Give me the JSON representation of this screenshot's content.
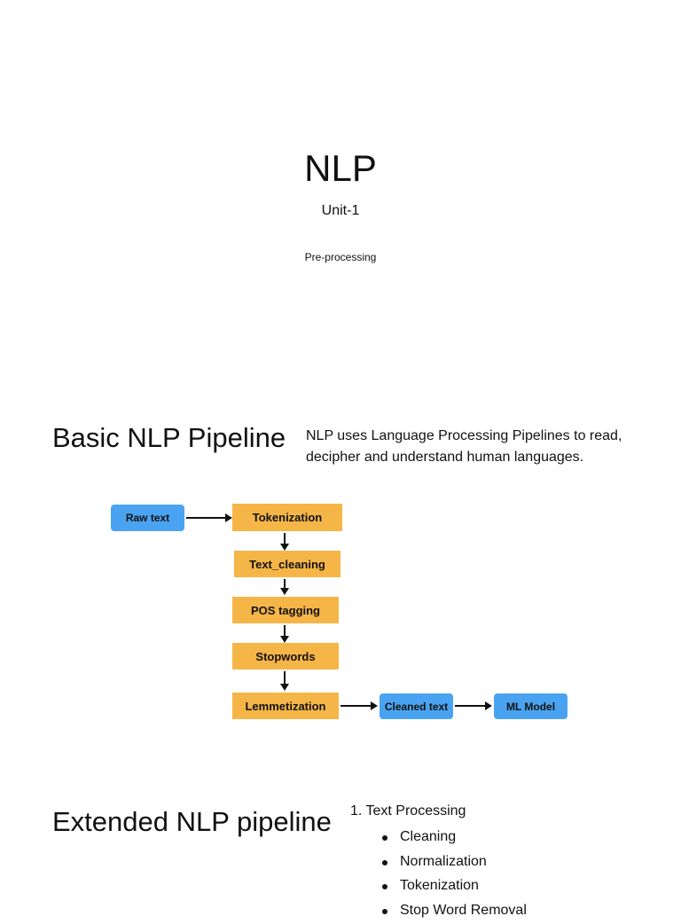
{
  "slide1": {
    "title": "NLP",
    "unit": "Unit-1",
    "subtitle": "Pre-processing"
  },
  "slide2": {
    "heading": "Basic NLP Pipeline",
    "description": "NLP uses Language Processing Pipelines to read, decipher and understand human languages.",
    "diagram": {
      "input": "Raw text",
      "steps": [
        "Tokenization",
        "Text_cleaning",
        "POS tagging",
        "Stopwords",
        "Lemmetization"
      ],
      "output_1": "Cleaned text",
      "output_2": "ML Model",
      "colors": {
        "blue": "#4aa3f0",
        "orange": "#f5b547"
      }
    }
  },
  "slide3": {
    "heading": "Extended NLP pipeline",
    "list_title": "1. Text Processing",
    "items": [
      "Cleaning",
      "Normalization",
      "Tokenization",
      "Stop Word Removal"
    ]
  }
}
